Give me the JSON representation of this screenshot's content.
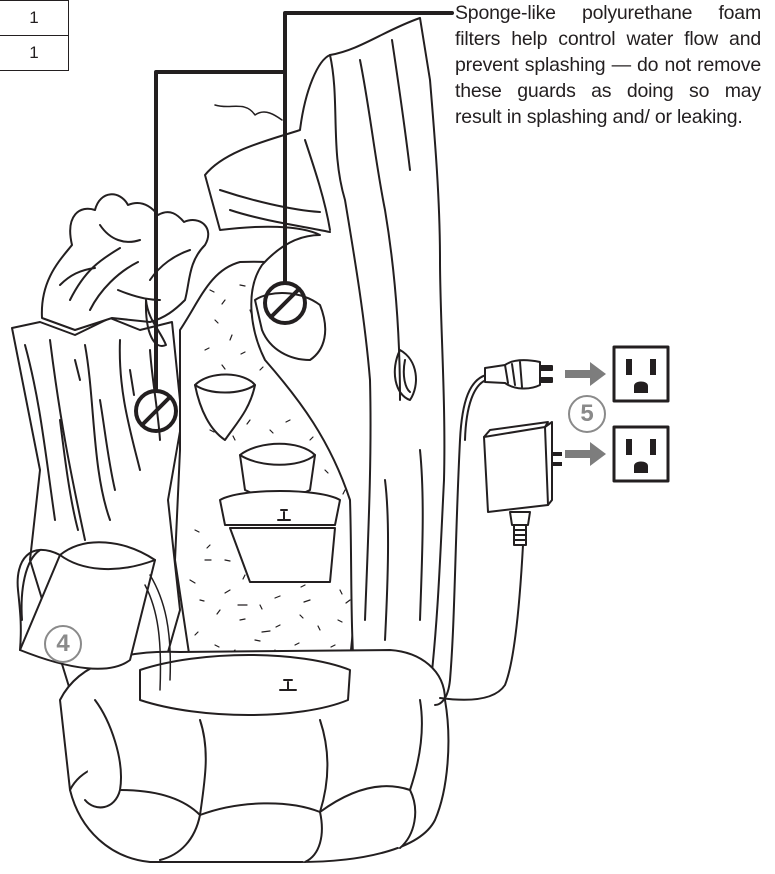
{
  "table": {
    "rows": [
      "1",
      "1"
    ]
  },
  "callout_text": "Sponge-like polyurethane foam filters help control water flow and prevent splashing — do not remove these guards as doing so may result in splashing and/ or leaking.",
  "steps": {
    "pour": "4",
    "plug": "5"
  },
  "icons": [
    "pitcher-icon",
    "power-plug-icon",
    "power-adapter-icon",
    "wall-outlet-icon",
    "arrow-icon"
  ],
  "colors": {
    "line": "#231f20",
    "arrow": "#7d7d7d",
    "step_number": "#8a8a8a"
  }
}
